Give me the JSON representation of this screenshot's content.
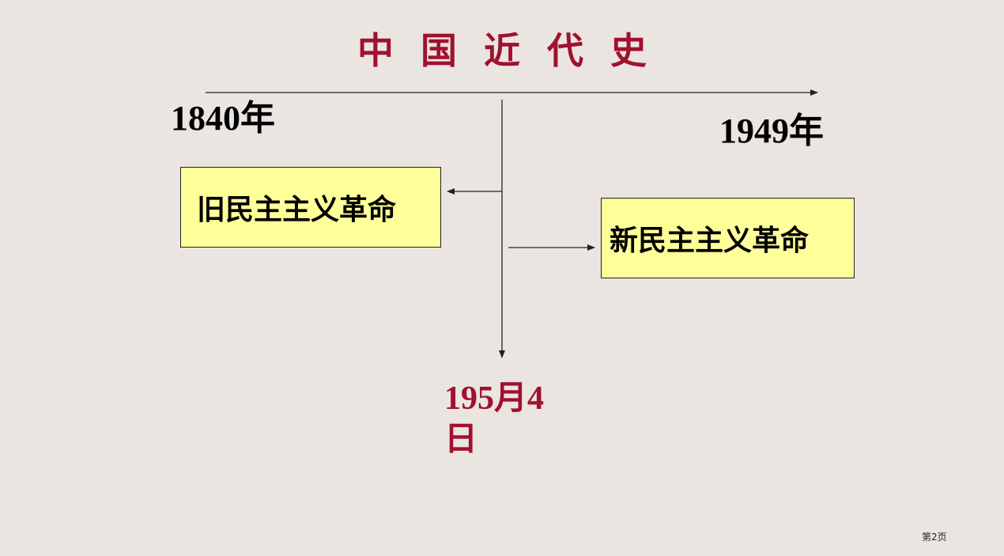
{
  "slide": {
    "title": "中国近代史",
    "start_year": "1840年",
    "end_year": "1949年",
    "old_revolution": "旧民主主义革命",
    "new_revolution": "新民主主义革命",
    "split_date": "195月4日",
    "page_number": "第2页"
  },
  "colors": {
    "background": "#ebe5e2",
    "title": "#a0112e",
    "box_fill": "#ffff99",
    "line": "#222222"
  }
}
